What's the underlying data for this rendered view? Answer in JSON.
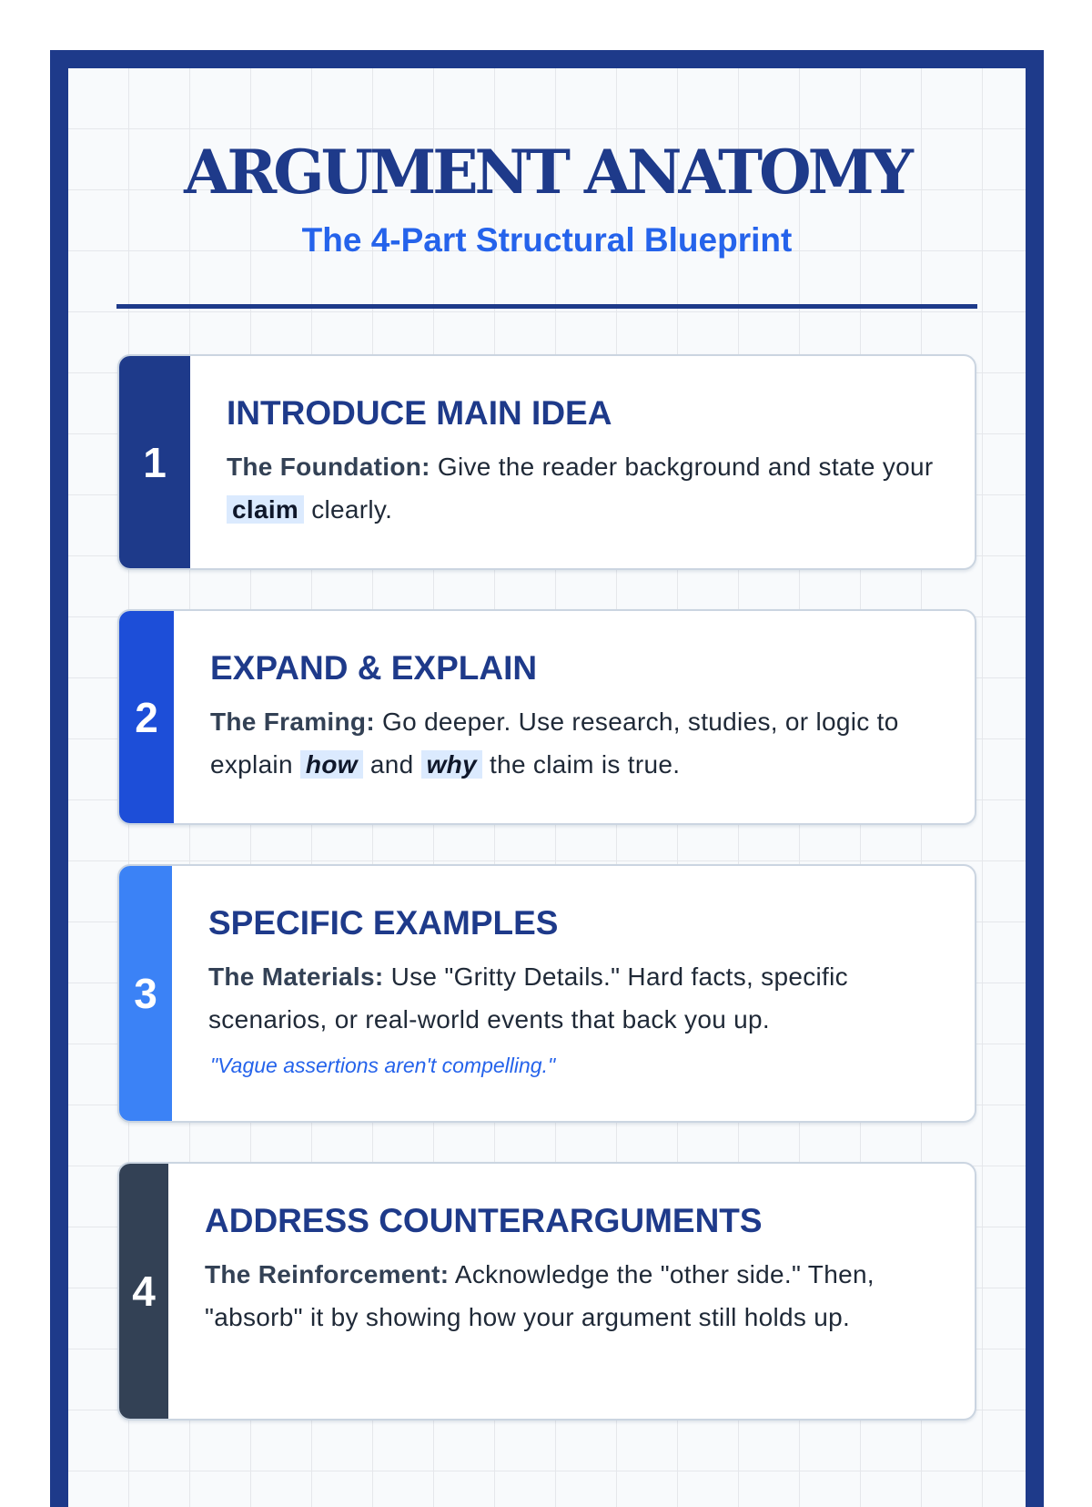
{
  "header": {
    "title": "ARGUMENT ANATOMY",
    "subtitle": "The 4-Part Structural Blueprint"
  },
  "colors": {
    "frame": "#1e3a8a",
    "step1": "#1e3a8a",
    "step2": "#1d4ed8",
    "step3": "#3b82f6",
    "step4": "#334155",
    "accent": "#2563eb",
    "highlight": "#dbeafe"
  },
  "steps": [
    {
      "number": "1",
      "heading": "INTRODUCE MAIN IDEA",
      "lead": "The Foundation:",
      "text1": " Give the reader background and state your ",
      "hl1": "claim",
      "text2": " clearly."
    },
    {
      "number": "2",
      "heading": "EXPAND & EXPLAIN",
      "lead": "The Framing:",
      "text1": " Go deeper. Use research, studies, or logic to explain ",
      "hl1": "how",
      "text2": " and ",
      "hl2": "why",
      "text3": " the claim is true."
    },
    {
      "number": "3",
      "heading": "SPECIFIC EXAMPLES",
      "lead": "The Materials:",
      "text1": " Use \"Gritty Details.\" Hard facts, specific scenarios, or real-world events that back you up.",
      "quote": "\"Vague assertions aren't compelling.\""
    },
    {
      "number": "4",
      "heading": "ADDRESS COUNTERARGUMENTS",
      "lead": "The Reinforcement:",
      "text1": " Acknowledge the \"other side.\" Then, \"absorb\" it by showing how your argument still holds up."
    }
  ]
}
